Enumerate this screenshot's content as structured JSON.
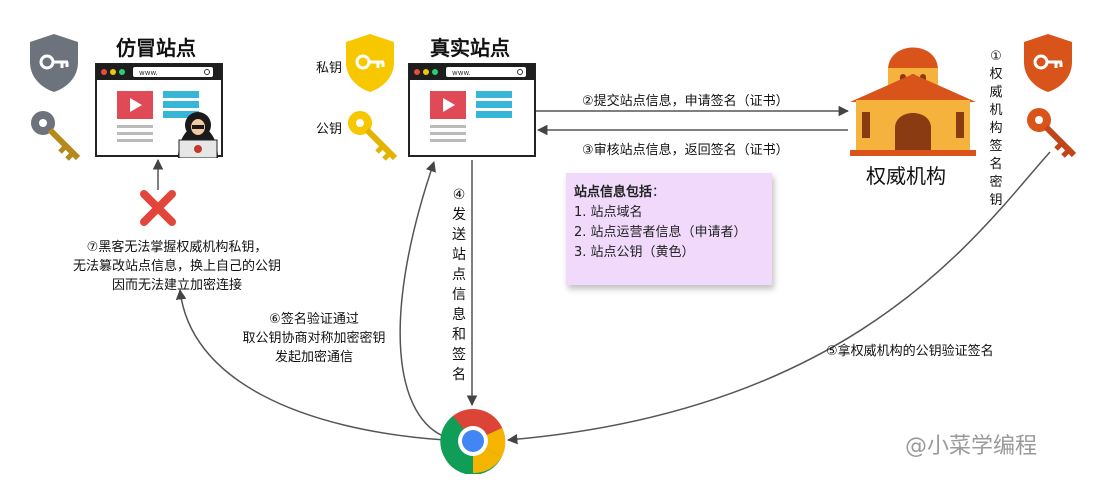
{
  "fake_site": {
    "title": "仿冒站点",
    "url": "www."
  },
  "real_site": {
    "title": "真实站点",
    "url": "www.",
    "private_key_label": "私钥",
    "public_key_label": "公钥"
  },
  "authority": {
    "title": "权威机构",
    "key_label_chars": [
      "①",
      "权",
      "威",
      "机",
      "构",
      "签",
      "名",
      "密",
      "钥"
    ]
  },
  "steps": {
    "s2": "②提交站点信息，申请签名（证书）",
    "s3": "③审核站点信息，返回签名（证书）",
    "s4_chars": [
      "④",
      "发",
      "送",
      "站",
      "点",
      "信",
      "息",
      "和",
      "签",
      "名"
    ],
    "s5": "⑤拿权威机构的公钥验证签名",
    "s6": [
      "⑥签名验证通过",
      "取公钥协商对称加密密钥",
      "发起加密通信"
    ],
    "s7": [
      "⑦黑客无法掌握权威机构私钥，",
      "无法篡改站点信息，换上自己的公钥",
      "因而无法建立加密连接"
    ]
  },
  "info_note": {
    "title": "站点信息包括",
    "title_suffix": "：",
    "items": [
      "1.  站点域名",
      "2.  站点运营者信息（申请者）",
      "3.  站点公钥（黄色）"
    ]
  },
  "watermark": "@小菜学编程",
  "colors": {
    "gold": "#f7c800",
    "orange": "#d9541a",
    "gray": "#6d737c",
    "arrow": "#555555",
    "cross": "#e2463b",
    "note_bg": "#f0d9fb"
  }
}
